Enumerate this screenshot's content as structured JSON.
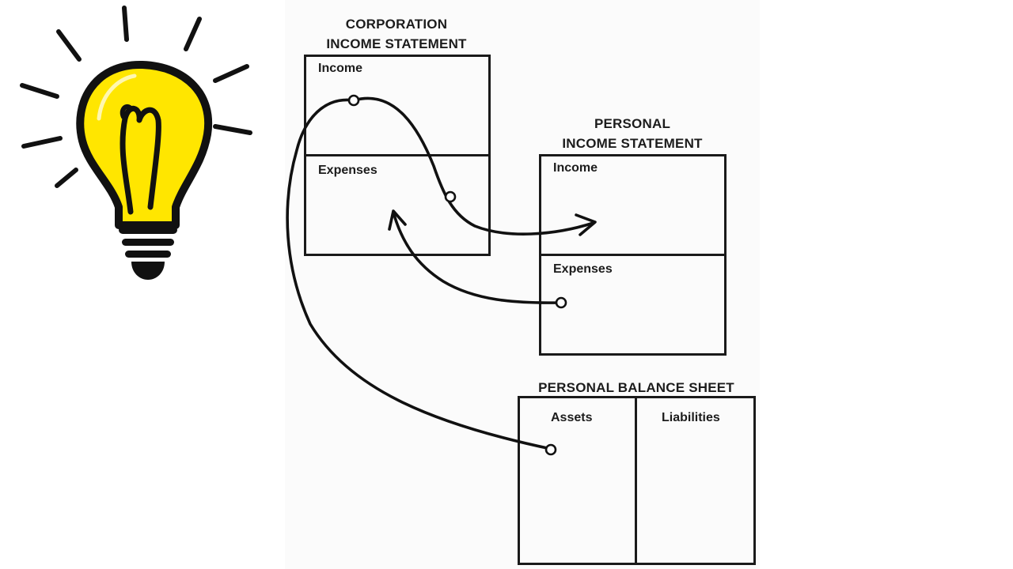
{
  "corporation_income_statement": {
    "title_line1": "CORPORATION",
    "title_line2": "INCOME STATEMENT",
    "income_label": "Income",
    "expenses_label": "Expenses"
  },
  "personal_income_statement": {
    "title_line1": "PERSONAL",
    "title_line2": "INCOME STATEMENT",
    "income_label": "Income",
    "expenses_label": "Expenses"
  },
  "personal_balance_sheet": {
    "title": "PERSONAL BALANCE SHEET",
    "assets_label": "Assets",
    "liabilities_label": "Liabilities"
  },
  "colors": {
    "bulb_yellow": "#ffe600",
    "ink": "#111111"
  },
  "icons": [
    "light-bulb-icon"
  ]
}
